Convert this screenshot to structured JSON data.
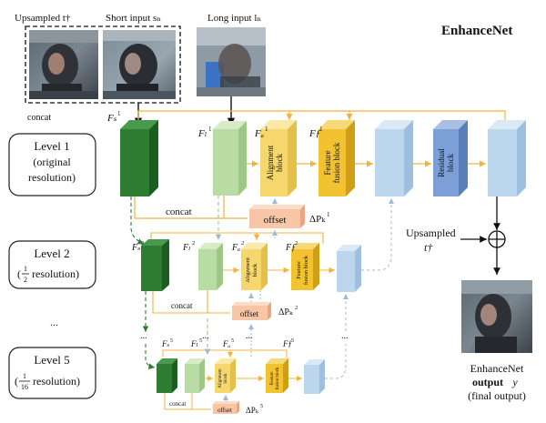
{
  "title": "EnhanceNet",
  "inputs": {
    "upsampled": "Upsampled t†",
    "short": "Short input sₙ",
    "long": "Long input lₙ",
    "concat": "concat"
  },
  "levels": [
    {
      "name": "Level 1",
      "sub1": "(original",
      "sub2": "resolution)"
    },
    {
      "name": "Level 2",
      "num": "1",
      "den": "2",
      "sub": "resolution)"
    },
    {
      "name": "Level 5",
      "num": "1",
      "den": "16",
      "sub": "resolution)"
    }
  ],
  "ellipsis": "...",
  "level1": {
    "fs": "Fₛ",
    "fs_sup": "1",
    "fl": "Fₗ",
    "fl_sup": "1",
    "fa": "Fₐ",
    "fa_sup": "1",
    "ff": "Fƒ",
    "ff_sup": "1",
    "alignment": [
      "Alignment",
      "block"
    ],
    "fusion": [
      "Feature",
      "fusion block"
    ],
    "residual": [
      "Residual",
      "block"
    ],
    "concat": "concat",
    "offset": "offset",
    "delta": "ΔPₖ",
    "delta_sup": "1"
  },
  "level2": {
    "fs": "Fₛ",
    "fs_sup": "2",
    "fl": "Fₗ",
    "fl_sup": "2",
    "fa": "Fₐ",
    "fa_sup": "2",
    "ff": "Fƒ",
    "ff_sup": "2",
    "alignment": [
      "Alignment",
      "block"
    ],
    "fusion": [
      "Feature",
      "fusion block"
    ],
    "concat": "concat",
    "offset": "offset",
    "delta": "ΔPₖ",
    "delta_sup": "2"
  },
  "level5": {
    "fs": "Fₛ",
    "fs_sup": "5",
    "fl": "Fₗ",
    "fl_sup": "5",
    "fa": "Fₐ",
    "fa_sup": "5",
    "ff": "Fƒ",
    "ff_sup": "5",
    "alignment": [
      "Alignment",
      "block"
    ],
    "fusion": [
      "Feature",
      "fusion block"
    ],
    "concat": "concat",
    "offset": "offset",
    "delta": "ΔPₖ",
    "delta_sup": "5"
  },
  "output": {
    "upsampled": "Upsampled",
    "upsampled_t": "t†",
    "line1": "EnhanceNet",
    "line2_bold": "output",
    "line2_var": "y",
    "line3": "(final output)"
  },
  "colors": {
    "dark_green": "#2e7d32",
    "light_green": "#b9dca4",
    "yellow": "#f5d76e",
    "gold": "#f2c230",
    "light_blue": "#bcd6ee",
    "residual_blue": "#7b9fd6",
    "offset_orange": "#f8c6a7",
    "line_orange": "#f0b43c"
  }
}
